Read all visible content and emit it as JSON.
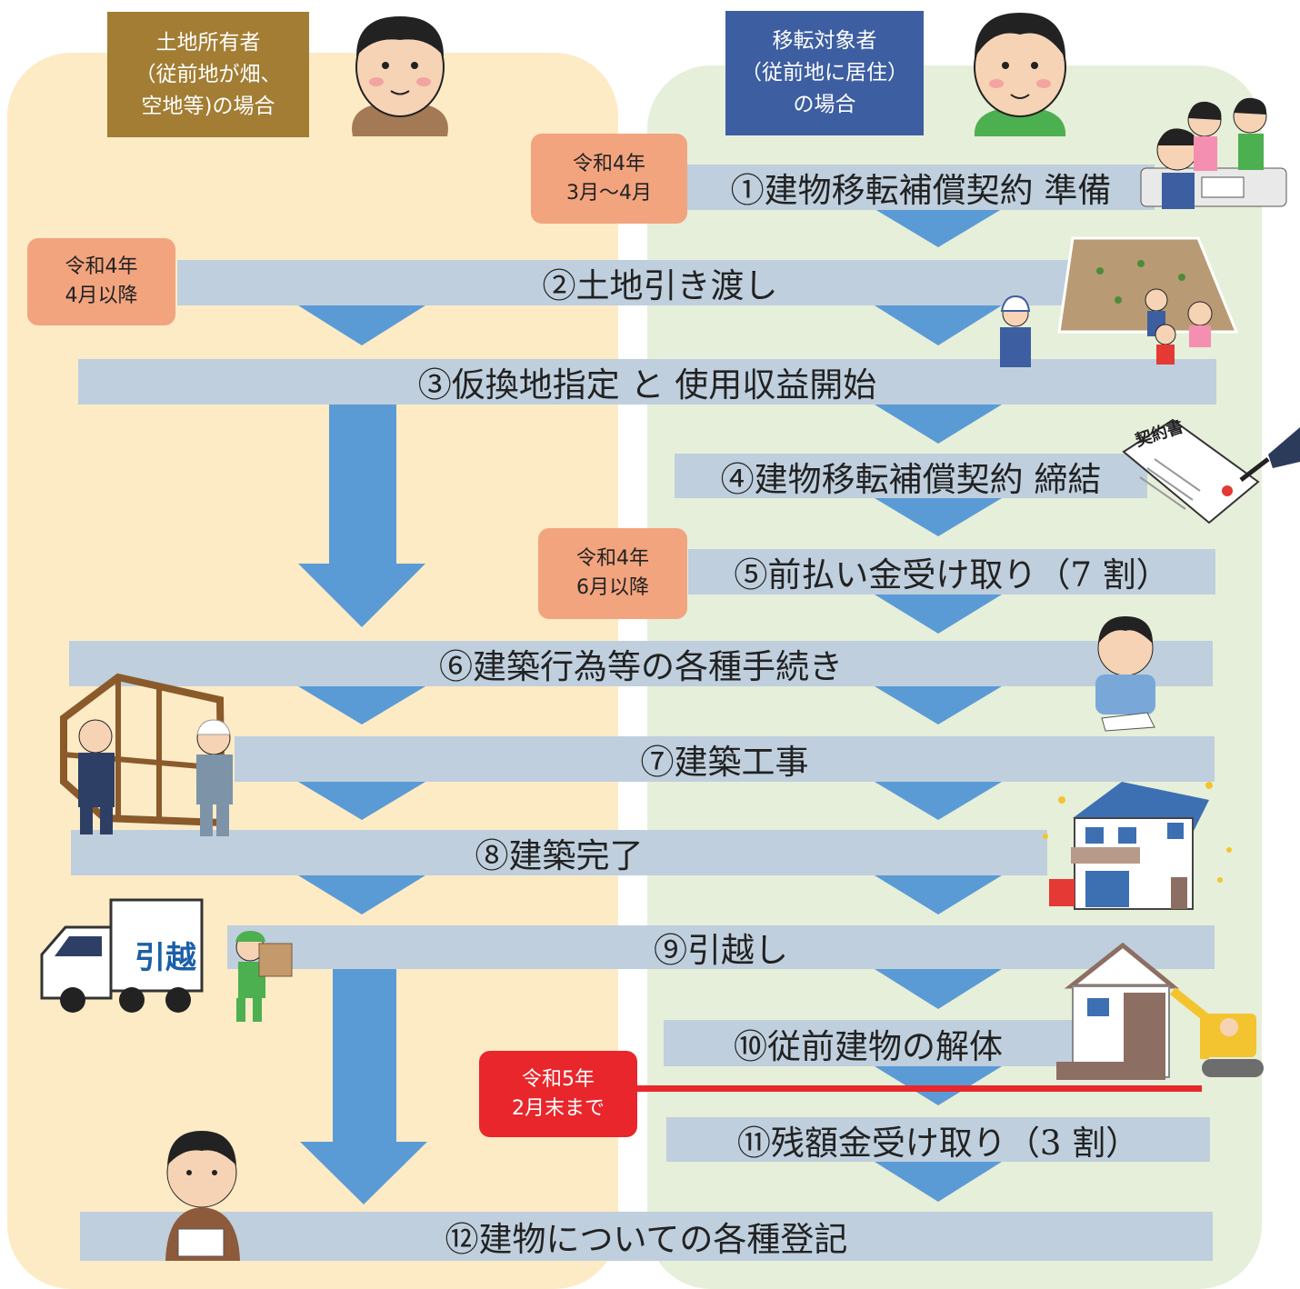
{
  "headers": {
    "left": "土地所有者\n（従前地が畑、\n空地等)の場合",
    "right": "移転対象者\n（従前地に居住）\nの場合"
  },
  "steps": [
    "①建物移転補償契約  準備",
    "②土地引き渡し",
    "③仮換地指定 と 使用収益開始",
    "④建物移転補償契約  締結",
    "⑤前払い金受け取り（7 割）",
    "⑥建築行為等の各種手続き",
    "⑦建築工事",
    "⑧建築完了",
    "⑨引越し",
    "⑩従前建物の解体",
    "⑪残額金受け取り（3 割）",
    "⑫建物についての各種登記"
  ],
  "dates": [
    "令和4年\n3月～4月",
    "令和4年\n4月以降",
    "令和4年\n6月以降",
    "令和5年\n2月末まで"
  ],
  "illustrations": {
    "contract_doc_title": "契約書",
    "truck_sign": "引越"
  },
  "colors": {
    "left_panel": "#fdebc6",
    "right_panel": "#e6efd9",
    "left_header": "#a27d33",
    "right_header": "#3d5ea1",
    "bar": "#bfcfdd",
    "arrow": "#5b9bd5",
    "date_badge": "#f2a47f",
    "deadline_badge": "#e8262b",
    "deadline_line": "#e8262b"
  }
}
